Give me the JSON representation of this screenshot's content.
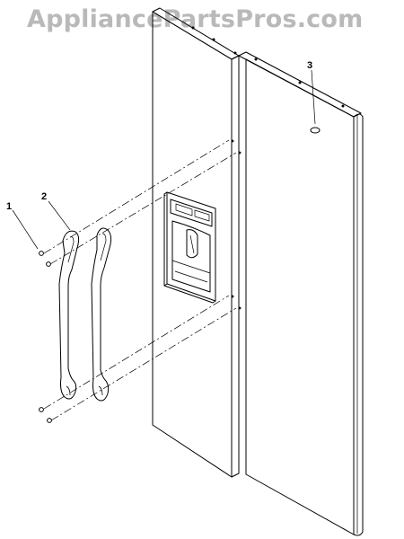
{
  "watermark": "AppliancePartsPros.com",
  "callouts": [
    {
      "id": "1",
      "label": "1"
    },
    {
      "id": "2",
      "label": "2"
    },
    {
      "id": "3",
      "label": "3"
    }
  ]
}
